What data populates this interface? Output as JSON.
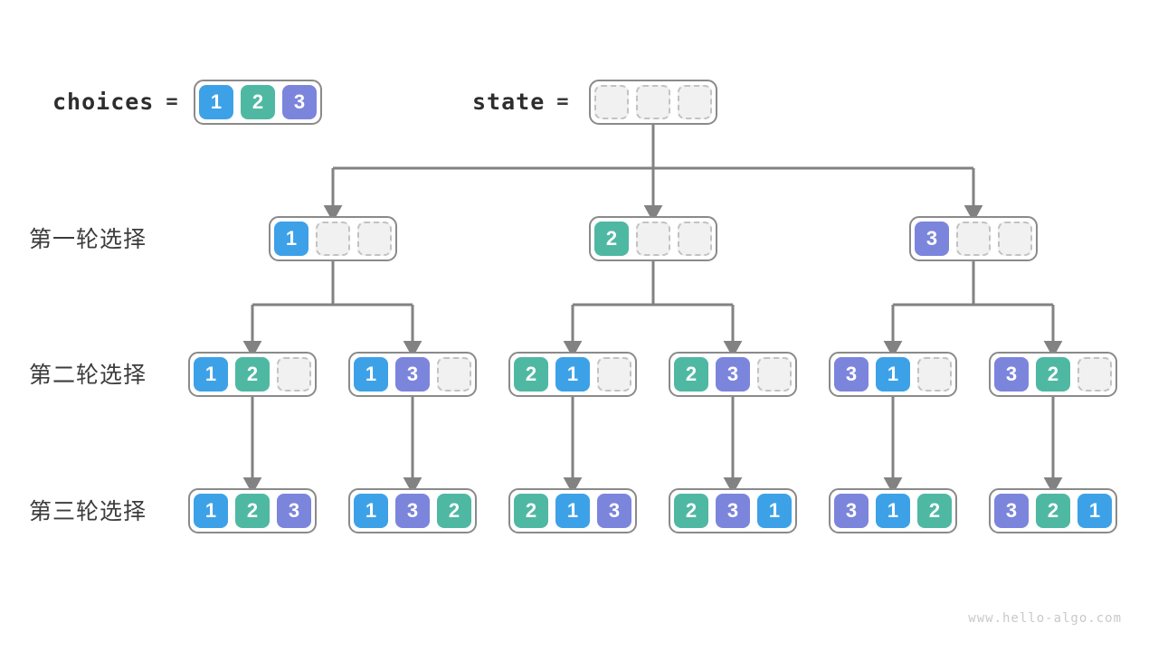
{
  "palette": {
    "1": "#3da1e8",
    "2": "#4fb8a3",
    "3": "#7c85dc"
  },
  "colors": {
    "arrow": "#828282",
    "box_border": "#8a8a8a",
    "empty_slot_fill": "#f1f1f2",
    "empty_slot_border": "#c2c2c2"
  },
  "header": {
    "choices_label": "choices",
    "choices_equals": "=",
    "choices": [
      1,
      2,
      3
    ],
    "state_label": "state",
    "state_equals": "=",
    "state": []
  },
  "rows": [
    {
      "label": "第一轮选择",
      "states": [
        [
          1
        ],
        [
          2
        ],
        [
          3
        ]
      ]
    },
    {
      "label": "第二轮选择",
      "states": [
        [
          1,
          2
        ],
        [
          1,
          3
        ],
        [
          2,
          1
        ],
        [
          2,
          3
        ],
        [
          3,
          1
        ],
        [
          3,
          2
        ]
      ]
    },
    {
      "label": "第三轮选择",
      "states": [
        [
          1,
          2,
          3
        ],
        [
          1,
          3,
          2
        ],
        [
          2,
          1,
          3
        ],
        [
          2,
          3,
          1
        ],
        [
          3,
          1,
          2
        ],
        [
          3,
          2,
          1
        ]
      ]
    }
  ],
  "watermark": "www.hello-algo.com"
}
